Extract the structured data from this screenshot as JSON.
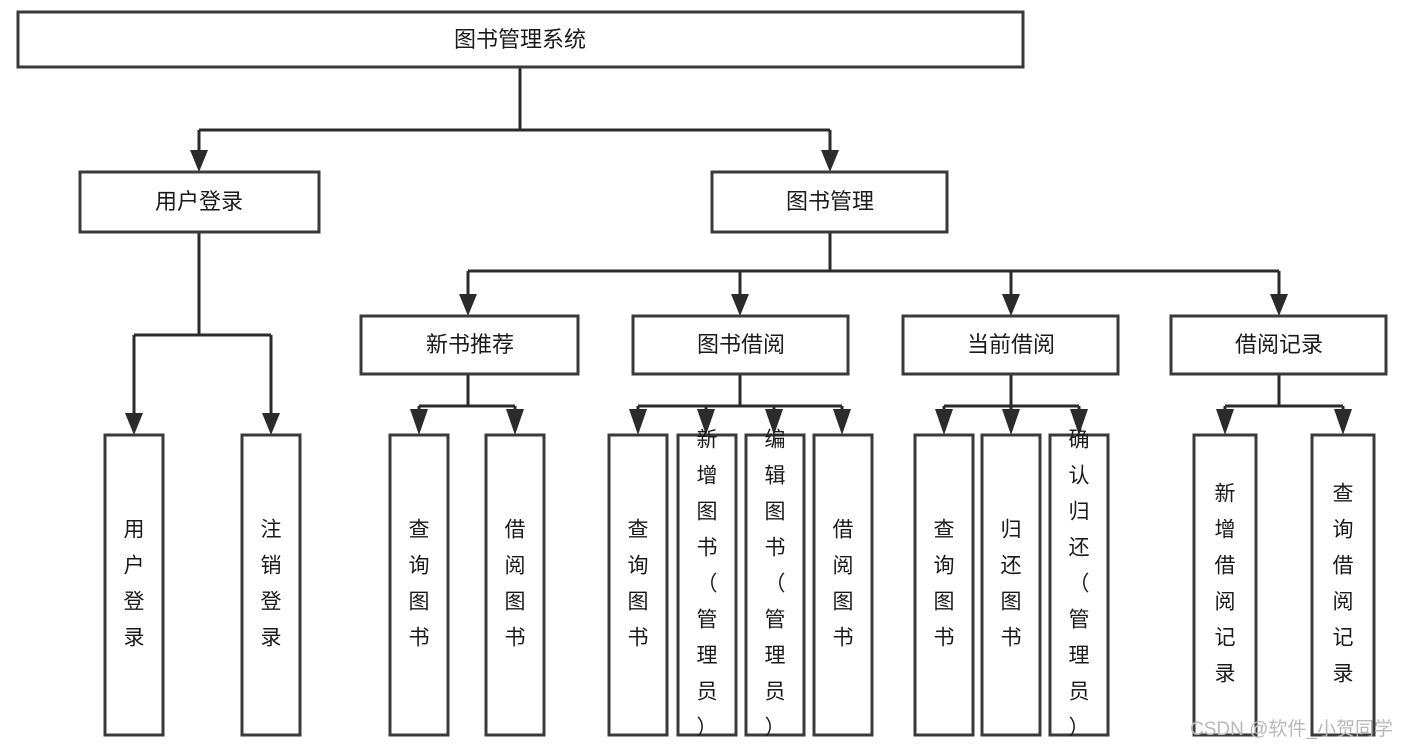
{
  "diagram": {
    "type": "hierarchy-tree",
    "title": "图书管理系统",
    "root": {
      "id": "root",
      "label": "图书管理系统"
    },
    "level2": [
      {
        "id": "user-login",
        "label": "用户登录"
      },
      {
        "id": "book-manage",
        "label": "图书管理"
      }
    ],
    "level3": [
      {
        "id": "new-book-recommend",
        "label": "新书推荐",
        "parent": "book-manage"
      },
      {
        "id": "book-borrow",
        "label": "图书借阅",
        "parent": "book-manage"
      },
      {
        "id": "current-borrow",
        "label": "当前借阅",
        "parent": "book-manage"
      },
      {
        "id": "borrow-record",
        "label": "借阅记录",
        "parent": "book-manage"
      }
    ],
    "leaves": {
      "user-login": [
        {
          "id": "leaf-user-login",
          "label": "用户登录"
        },
        {
          "id": "leaf-user-logout",
          "label": "注销登录"
        }
      ],
      "new-book-recommend": [
        {
          "id": "leaf-query-book-1",
          "label": "查询图书"
        },
        {
          "id": "leaf-borrow-book-1",
          "label": "借阅图书"
        }
      ],
      "book-borrow": [
        {
          "id": "leaf-query-book-2",
          "label": "查询图书"
        },
        {
          "id": "leaf-add-book",
          "label": "新增图书（管理员）"
        },
        {
          "id": "leaf-edit-book",
          "label": "编辑图书（管理员）"
        },
        {
          "id": "leaf-borrow-book-2",
          "label": "借阅图书"
        }
      ],
      "current-borrow": [
        {
          "id": "leaf-query-book-3",
          "label": "查询图书"
        },
        {
          "id": "leaf-return-book",
          "label": "归还图书"
        },
        {
          "id": "leaf-confirm-return",
          "label": "确认归还（管理员）"
        }
      ],
      "borrow-record": [
        {
          "id": "leaf-add-record",
          "label": "新增借阅记录"
        },
        {
          "id": "leaf-query-record",
          "label": "查询借阅记录"
        }
      ]
    }
  },
  "watermark": {
    "label": "CSDN @软件_小贺同学"
  },
  "colors": {
    "box_stroke": "#3a3a3a",
    "connector": "#2b2b2b",
    "text": "#1a1a1a",
    "background": "#ffffff",
    "watermark": "#b8b8b8"
  }
}
